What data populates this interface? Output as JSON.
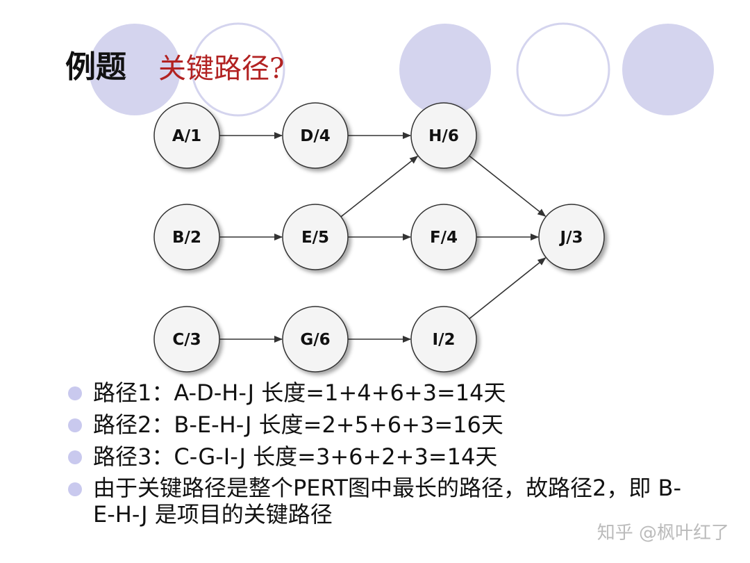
{
  "title": "例题",
  "subtitle": "关键路径?",
  "colors": {
    "deco_circle_fill": "#d4d4ee",
    "deco_circle_stroke": "#d4d4ee",
    "node_fill": "#f4f4f4",
    "node_stroke": "#333333",
    "arrow": "#333333",
    "title_red": "#b22222",
    "bullet": "#c9c9ee"
  },
  "diagram": {
    "nodes": [
      {
        "id": "A",
        "label": "A/1"
      },
      {
        "id": "D",
        "label": "D/4"
      },
      {
        "id": "H",
        "label": "H/6"
      },
      {
        "id": "B",
        "label": "B/2"
      },
      {
        "id": "E",
        "label": "E/5"
      },
      {
        "id": "F",
        "label": "F/4"
      },
      {
        "id": "J",
        "label": "J/3"
      },
      {
        "id": "C",
        "label": "C/3"
      },
      {
        "id": "G",
        "label": "G/6"
      },
      {
        "id": "I",
        "label": "I/2"
      }
    ],
    "edges": [
      [
        "A",
        "D"
      ],
      [
        "D",
        "H"
      ],
      [
        "H",
        "J"
      ],
      [
        "B",
        "E"
      ],
      [
        "E",
        "H"
      ],
      [
        "E",
        "F"
      ],
      [
        "F",
        "J"
      ],
      [
        "C",
        "G"
      ],
      [
        "G",
        "I"
      ],
      [
        "I",
        "J"
      ]
    ]
  },
  "bullets": [
    "路径1：A-D-H-J   长度=1+4+6+3=14天",
    "路径2：B-E-H-J   长度=2+5+6+3=16天",
    "路径3：C-G-I-J    长度=3+6+2+3=14天",
    "由于关键路径是整个PERT图中最长的路径，故路径2，即 B-E-H-J 是项目的关键路径"
  ],
  "watermark": "知乎 @枫叶红了"
}
